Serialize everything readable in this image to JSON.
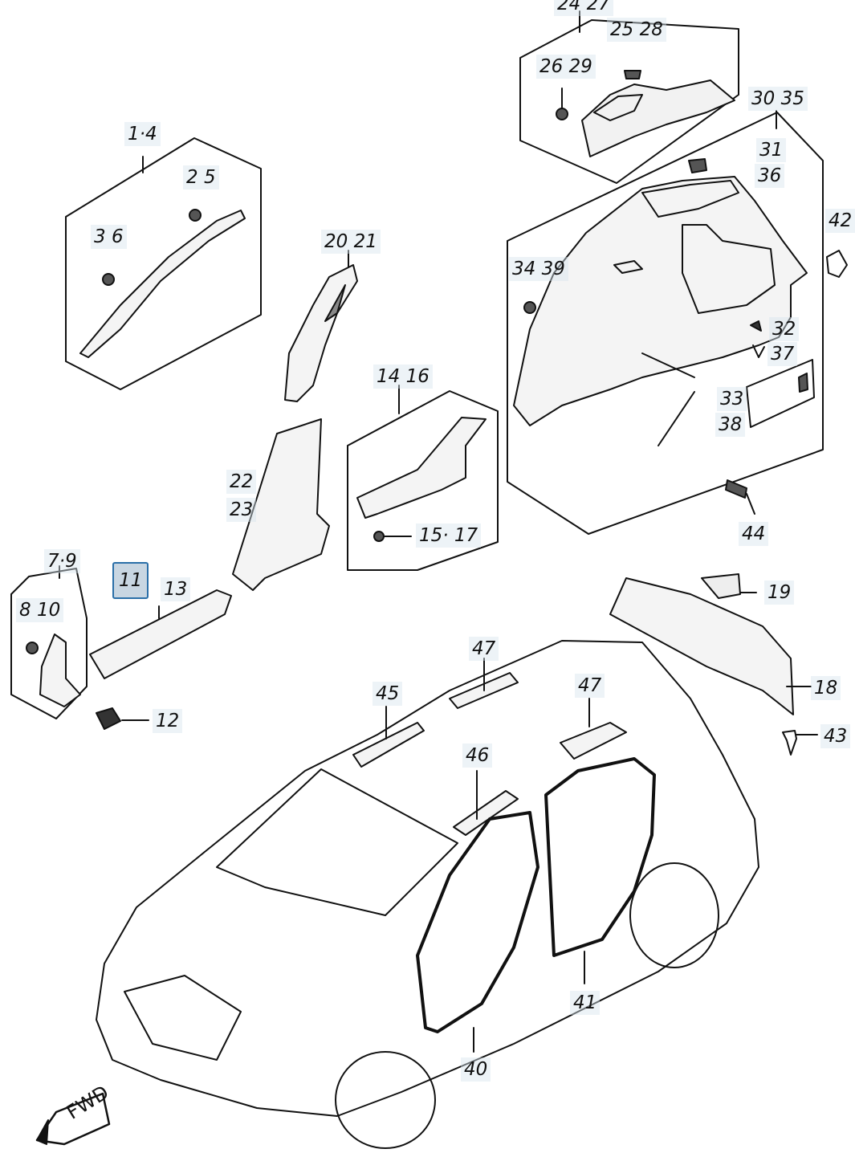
{
  "diagram": {
    "direction_label": "FWD",
    "selected_label": "11",
    "callouts": [
      {
        "id": "c-24-27",
        "text": "24 27"
      },
      {
        "id": "c-25-28",
        "text": "25 28"
      },
      {
        "id": "c-26-29",
        "text": "26 29"
      },
      {
        "id": "c-30-35",
        "text": "30 35"
      },
      {
        "id": "c-31",
        "text": "31"
      },
      {
        "id": "c-36",
        "text": "36"
      },
      {
        "id": "c-1-4",
        "text": "1·4"
      },
      {
        "id": "c-2-5",
        "text": "2 5"
      },
      {
        "id": "c-3-6",
        "text": "3 6"
      },
      {
        "id": "c-20-21",
        "text": "20 21"
      },
      {
        "id": "c-42",
        "text": "42"
      },
      {
        "id": "c-34-39",
        "text": "34 39"
      },
      {
        "id": "c-32",
        "text": "32"
      },
      {
        "id": "c-37",
        "text": "37"
      },
      {
        "id": "c-14-16",
        "text": "14 16"
      },
      {
        "id": "c-33",
        "text": "33"
      },
      {
        "id": "c-38",
        "text": "38"
      },
      {
        "id": "c-22",
        "text": "22"
      },
      {
        "id": "c-23",
        "text": "23"
      },
      {
        "id": "c-15-17",
        "text": "15· 17"
      },
      {
        "id": "c-44",
        "text": "44"
      },
      {
        "id": "c-7-9",
        "text": "7·9"
      },
      {
        "id": "c-11",
        "text": "11"
      },
      {
        "id": "c-13",
        "text": "13"
      },
      {
        "id": "c-19",
        "text": "19"
      },
      {
        "id": "c-8-10",
        "text": "8 10"
      },
      {
        "id": "c-47a",
        "text": "47"
      },
      {
        "id": "c-18",
        "text": "18"
      },
      {
        "id": "c-45",
        "text": "45"
      },
      {
        "id": "c-47b",
        "text": "47"
      },
      {
        "id": "c-12",
        "text": "12"
      },
      {
        "id": "c-43",
        "text": "43"
      },
      {
        "id": "c-46",
        "text": "46"
      },
      {
        "id": "c-41",
        "text": "41"
      },
      {
        "id": "c-40",
        "text": "40"
      }
    ]
  }
}
